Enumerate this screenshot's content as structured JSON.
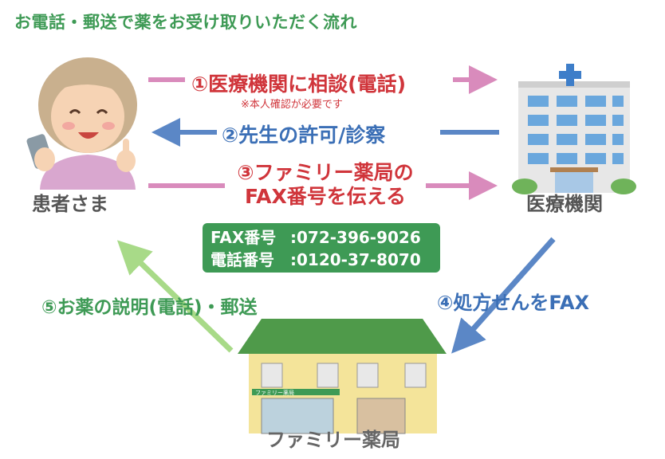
{
  "title": "お電話・郵送で薬をお受け取りいただく流れ",
  "actors": {
    "patient": "患者さま",
    "hospital": "医療機関",
    "pharmacy": "ファミリー薬局"
  },
  "steps": {
    "step1": "①医療機関に相談(電話)",
    "step1_note": "※本人確認が必要です",
    "step2": "②先生の許可/診察",
    "step3_line1": "③ファミリー薬局の",
    "step3_line2": "FAX番号を伝える",
    "step4": "④処方せんをFAX",
    "step5": "⑤お薬の説明(電話)・郵送"
  },
  "contact": {
    "fax_label": "FAX番号",
    "fax_value": ":072-396-9026",
    "tel_label": "電話番号",
    "tel_value": ":0120-37-8070"
  },
  "pharmacy_sign": "ファミリー薬局",
  "colors": {
    "green": "#3e9a55",
    "red": "#d0353b",
    "blue": "#3b6fb6",
    "pink_arrow": "#d98bbc",
    "blue_arrow": "#5b87c6",
    "green_arrow": "#a8da88"
  }
}
